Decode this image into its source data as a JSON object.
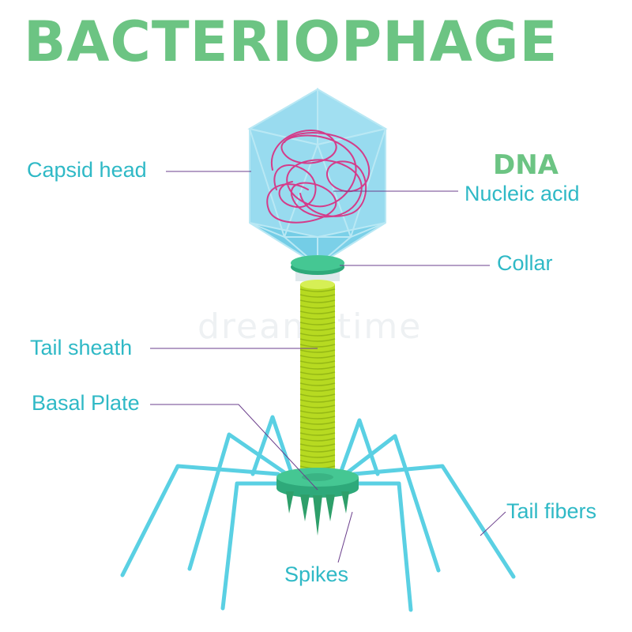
{
  "title": "BACTERIOPHAGE",
  "dna_label": "DNA",
  "watermark": "dreamstime",
  "labels": {
    "capsid_head": "Capsid head",
    "nucleic_acid": "Nucleic acid",
    "collar": "Collar",
    "tail_sheath": "Tail sheath",
    "basal_plate": "Basal Plate",
    "tail_fibers": "Tail fibers",
    "spikes": "Spikes"
  },
  "colors": {
    "title": "#6cc483",
    "label": "#2fb9c6",
    "capsid": "#7fd3ea",
    "dna": "#d43c8a",
    "collar": "#3cbf8b",
    "sheath": "#bfe22a",
    "fibers": "#5ad0e3",
    "leader": "#6b3f8c"
  }
}
